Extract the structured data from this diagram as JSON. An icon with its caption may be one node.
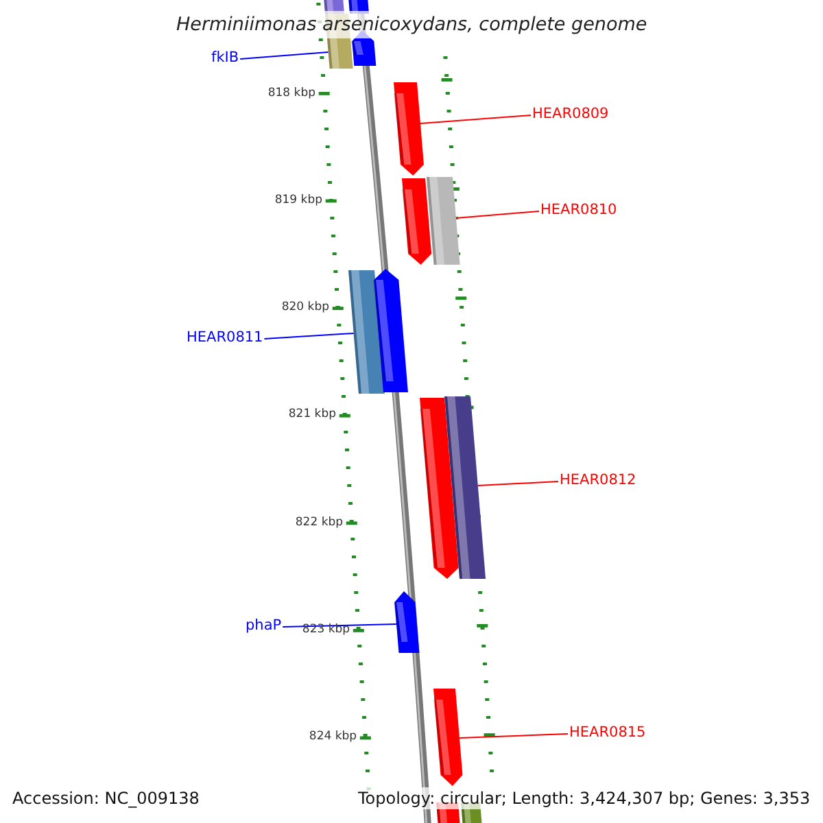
{
  "diagram": {
    "title": "Herminiimonas arsenicoxydans, complete genome",
    "nodes": [
      {
        "text": [
          "fkIB"
        ]
      },
      {
        "text": [],
        "shape": "bar"
      },
      {
        "text": [],
        "shape": "bar"
      },
      {
        "text": [],
        "shape": "bar"
      },
      {
        "text": [],
        "shape": "arrow"
      },
      {
        "text": [],
        "shape": "arrow"
      },
      {
        "text": [
          "HEAR0809"
        ]
      },
      {
        "text": [],
        "shape": "arrow"
      },
      {
        "text": [],
        "shape": "bar"
      },
      {
        "text": [
          "HEAR0810"
        ]
      },
      {
        "text": [
          "HEAR0811"
        ]
      },
      {
        "text": [],
        "shape": "bar"
      },
      {
        "text": [],
        "shape": "arrow"
      },
      {
        "text": [],
        "shape": "arrow"
      },
      {
        "text": [],
        "shape": "bar"
      },
      {
        "text": [
          "HEAR0812"
        ]
      },
      {
        "text": [
          "phaP"
        ]
      },
      {
        "text": [],
        "shape": "arrow"
      },
      {
        "text": [],
        "shape": "arrow"
      },
      {
        "text": [
          "HEAR0815"
        ]
      },
      {
        "text": [],
        "shape": "bar"
      },
      {
        "text": [],
        "shape": "bar"
      }
    ],
    "edges": [
      {
        "from": 0,
        "to": 3,
        "arrow": "none",
        "color": "#0000ff"
      },
      {
        "from": 6,
        "to": 5,
        "arrow": "none"
      },
      {
        "from": 9,
        "to": 8,
        "arrow": "none"
      },
      {
        "from": 10,
        "to": 11,
        "arrow": "none",
        "color": "#0000ff"
      },
      {
        "from": 15,
        "to": 14,
        "arrow": "none"
      },
      {
        "from": 16,
        "to": 17,
        "arrow": "none",
        "color": "#0000ff"
      },
      {
        "from": 19,
        "to": 18,
        "arrow": "none"
      }
    ],
    "labels": [
      "818 kbp",
      "819 kbp",
      "820 kbp",
      "821 kbp",
      "822 kbp",
      "823 kbp",
      "824 kbp",
      "Accession: NC_009138",
      "Topology: circular; Length: 3,424,307 bp; Genes: 3,353"
    ]
  }
}
